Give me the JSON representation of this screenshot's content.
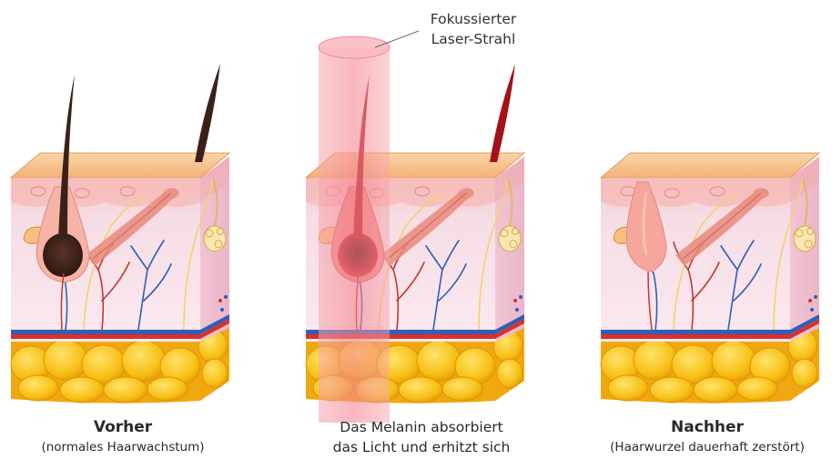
{
  "laser_label": {
    "line1": "Fokussierter",
    "line2": "Laser-Strahl"
  },
  "panels": [
    {
      "title": "Vorher",
      "subtitle": "(normales Haarwachstum)"
    },
    {
      "line1": "Das Melanin absorbiert",
      "line2": "das Licht und erhitzt sich"
    },
    {
      "title": "Nachher",
      "subtitle": "(Haarwurzel dauerhaft zerstört)"
    }
  ],
  "colors": {
    "epidermis_top": "#f6c08a",
    "dermis": "#f9e1ea",
    "fat": "#f7c21a",
    "hair_normal": "#3a2117",
    "hair_heated": "#b3141d",
    "follicle_destroyed": "#f4a79a",
    "laser": "#f28f96",
    "artery": "#d8312e",
    "vein": "#2f5fb8"
  }
}
